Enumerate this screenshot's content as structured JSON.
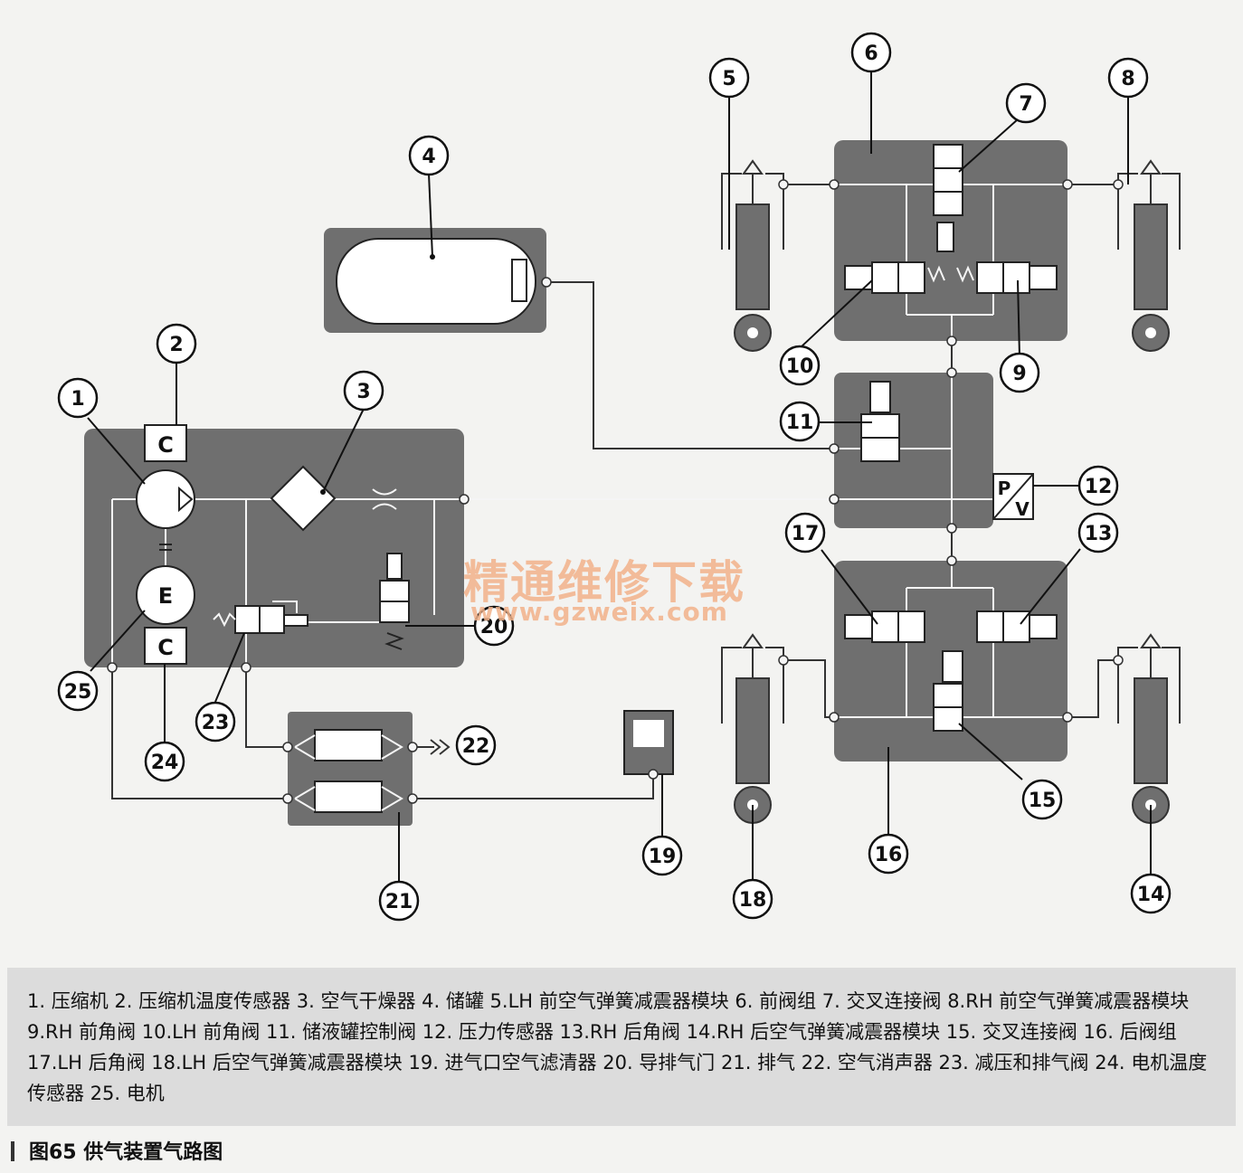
{
  "callouts": [
    "1",
    "2",
    "3",
    "4",
    "5",
    "6",
    "7",
    "8",
    "9",
    "10",
    "11",
    "12",
    "13",
    "14",
    "15",
    "16",
    "17",
    "18",
    "19",
    "20",
    "21",
    "22",
    "23",
    "24",
    "25"
  ],
  "symbols": {
    "compressor_temp": "C",
    "motor_temp": "C",
    "motor": "E",
    "pressure_p": "P",
    "pressure_v": "V"
  },
  "watermark": {
    "cn": "精通维修下载",
    "en": "www.gzweix.com"
  },
  "legend_text": "1. 压缩机  2. 压缩机温度传感器  3. 空气干燥器  4. 储罐  5.LH 前空气弹簧减震器模块  6. 前阀组  7. 交叉连接阀  8.RH 前空气弹簧减震器模块  9.RH 前角阀  10.LH 前角阀  11. 储液罐控制阀  12. 压力传感器  13.RH 后角阀  14.RH 后空气弹簧减震器模块  15. 交叉连接阀  16. 后阀组  17.LH 后角阀  18.LH 后空气弹簧减震器模块  19. 进气口空气滤清器  20. 导排气门  21. 排气  22. 空气消声器  23. 减压和排气阀  24. 电机温度传感器  25. 电机",
  "caption": "图65   供气装置气路图",
  "colors": {
    "block": "#6f6f6f",
    "background": "#f3f3f1",
    "legend_bg": "#dcdcdc",
    "watermark": "#f2b28a"
  }
}
